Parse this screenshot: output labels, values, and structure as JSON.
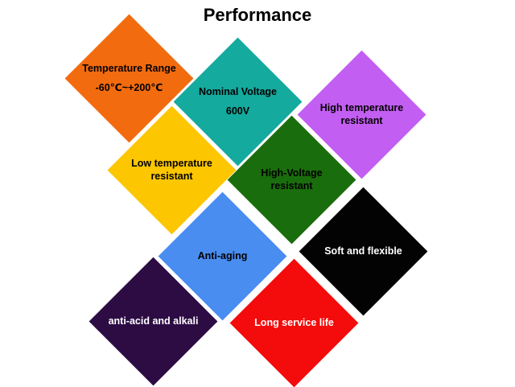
{
  "title": "Performance",
  "tiles": [
    {
      "line1": "Temperature Range",
      "line2": "-60℃~+200℃",
      "color": "#f26b0f",
      "text_color": "#000000"
    },
    {
      "line1": "Nominal Voltage",
      "line2": "600V",
      "color": "#14aa9e",
      "text_color": "#000000"
    },
    {
      "line1": "High temperature",
      "line2": "resistant",
      "color": "#c35ef2",
      "text_color": "#000000"
    },
    {
      "line1": "Low temperature",
      "line2": "resistant",
      "color": "#fcc600",
      "text_color": "#000000"
    },
    {
      "line1": "High-Voltage",
      "line2": "resistant",
      "color": "#1a6d0c",
      "text_color": "#000000"
    },
    {
      "line1": "Anti-aging",
      "line2": "",
      "color": "#4a8df0",
      "text_color": "#000000"
    },
    {
      "line1": "Soft and flexible",
      "line2": "",
      "color": "#030303",
      "text_color": "#ffffff"
    },
    {
      "line1": "anti-acid and alkali",
      "line2": "",
      "color": "#2d0c44",
      "text_color": "#ffffff"
    },
    {
      "line1": "Long service life",
      "line2": "",
      "color": "#f40b0b",
      "text_color": "#ffffff"
    }
  ]
}
